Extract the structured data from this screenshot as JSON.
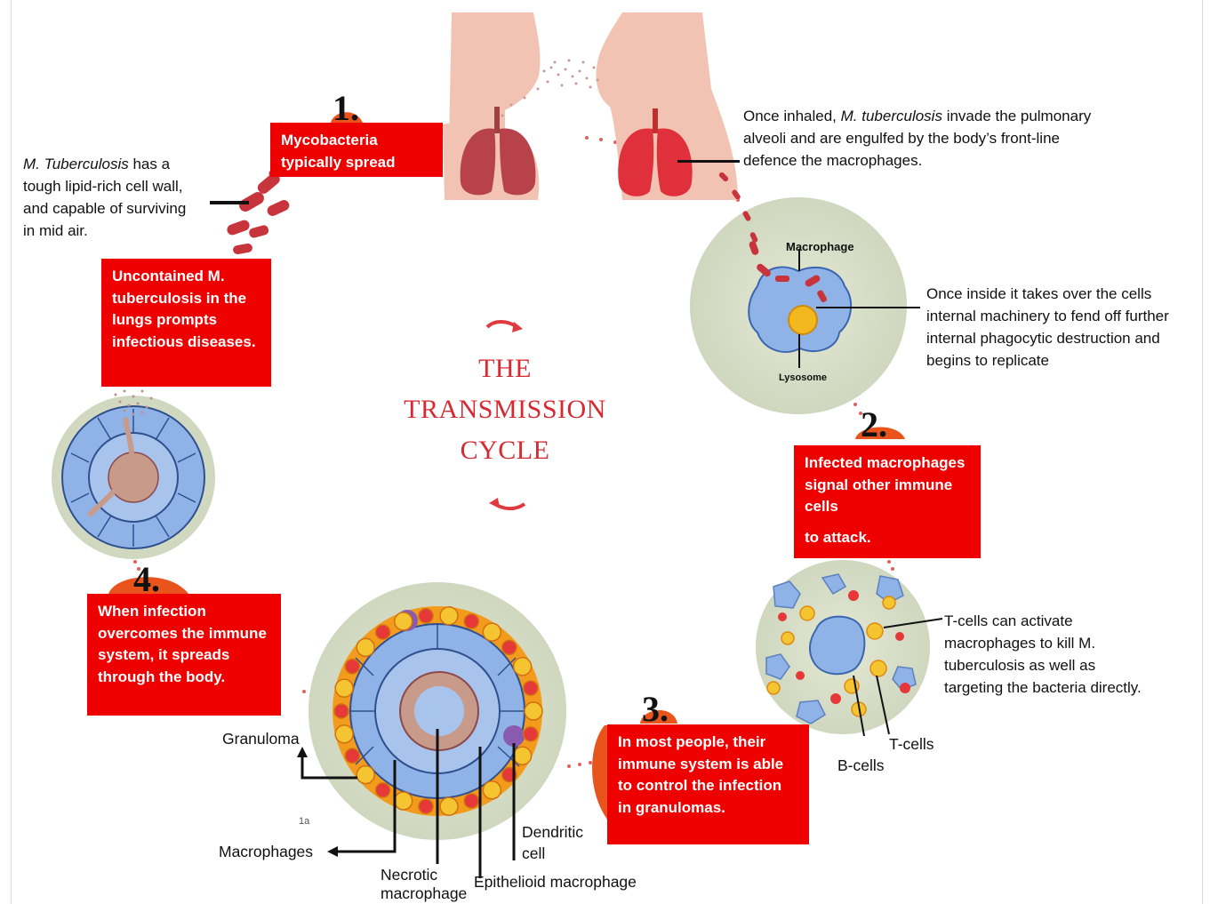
{
  "title": {
    "line1": "THE",
    "line2": "TRANSMISSION",
    "line3": "CYCLE"
  },
  "steps": [
    {
      "number": "1.",
      "text": "Mycobacteria typically spread"
    },
    {
      "number": "2.",
      "text": "Infected macrophages signal other immune cells",
      "text_tail": "to attack."
    },
    {
      "number": "3.",
      "text": "In most people, their immune system is able to control the infection in granulomas."
    },
    {
      "number": "4.",
      "text": "When infection overcomes the immune system, it spreads through the body."
    }
  ],
  "uncontained_box": "Uncontained M. tuberculosis in the lungs prompts infectious diseases.",
  "notes": {
    "cell_wall": {
      "italic": "M. Tuberculosis",
      "rest": " has a tough lipid-rich cell wall, and capable of surviving in mid air."
    },
    "inhaled": {
      "pre": "Once inhaled, ",
      "italic": "M. tuberculosis",
      "rest": " invade the pulmonary alveoli and are engulfed by the body’s front-line defence the macrophages."
    },
    "inside": "Once inside it takes over the cells internal machinery to fend off further internal phagocytic destruction and begins to replicate",
    "tcells": "T-cells can activate macrophages to kill M. tuberculosis as well as targeting the bacteria directly."
  },
  "labels": {
    "macrophage": "Macrophage",
    "lysosome": "Lysosome",
    "tcells": "T-cells",
    "bcells": "B-cells",
    "granuloma": "Granuloma",
    "macrophages": "Macrophages",
    "necrotic_1": "Necrotic",
    "necrotic_2": "macrophage",
    "epithelioid": "Epithelioid macrophage",
    "dendritic_1": "Dendritic",
    "dendritic_2": "cell",
    "tiny_mark": "1a"
  },
  "colors": {
    "red_box": "#ee0000",
    "title_red": "#d62a33",
    "lung_red": "#d9333f",
    "skin": "#f2c3b3",
    "cell_blue": "#8fb3e6",
    "orange": "#e8541c"
  }
}
